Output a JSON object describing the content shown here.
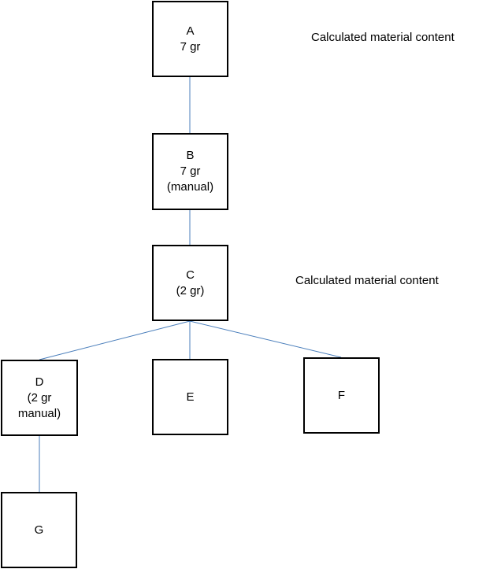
{
  "nodes": {
    "a": {
      "label": "A",
      "value": "7 gr"
    },
    "b": {
      "label": "B",
      "value": "7 gr",
      "note": "(manual)"
    },
    "c": {
      "label": "C",
      "value": "(2 gr)"
    },
    "d": {
      "label": "D",
      "value": "(2 gr",
      "note": "manual)"
    },
    "e": {
      "label": "E"
    },
    "f": {
      "label": "F"
    },
    "g": {
      "label": "G"
    }
  },
  "annotations": {
    "top": "Calculated material content",
    "middle": "Calculated material content"
  },
  "colors": {
    "connector": "#4a7ebb",
    "box_border": "#000000",
    "text": "#000000"
  }
}
